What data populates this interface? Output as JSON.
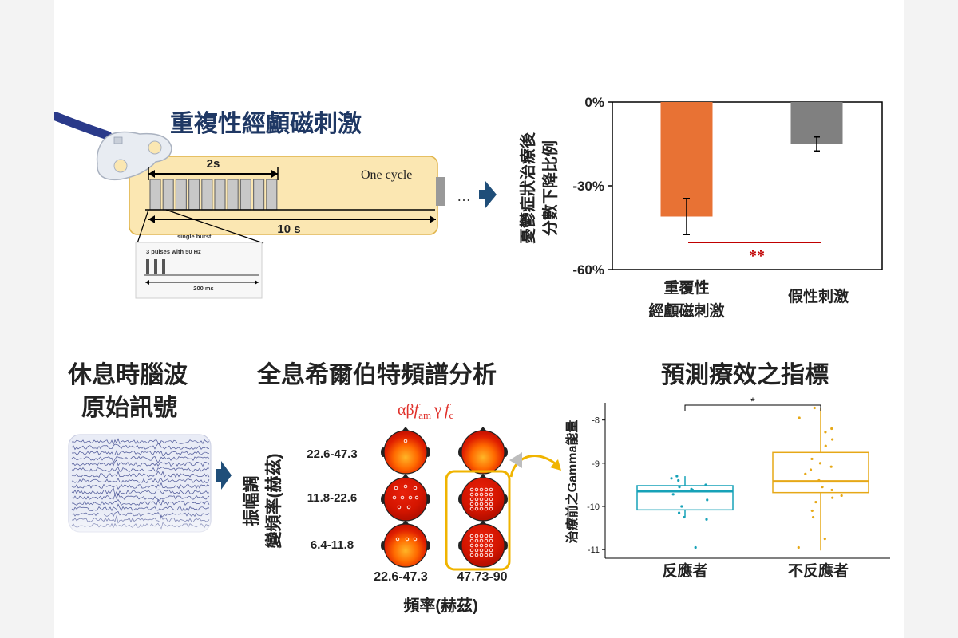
{
  "tms_panel": {
    "title": "重複性經顱磁刺激",
    "train_duration": "2s",
    "cycle_label": "One cycle",
    "cycle_duration": "10 s",
    "continuation": "…",
    "single_burst_label": "single burst",
    "pulses_label": "3 pulses with 50 Hz",
    "burst_duration": "200 ms"
  },
  "eeg_panel": {
    "title_line1": "休息時腦波",
    "title_line2": "原始訊號"
  },
  "spectral_panel": {
    "title": "全息希爾伯特頻譜分析",
    "legend_alpha_beta": "αβ",
    "legend_f": "f",
    "legend_am": "am",
    "legend_gamma": "γ",
    "legend_c": "c",
    "y_title_line1": "振幅調",
    "y_title_line2": "變頻率(赫茲)",
    "row_labels": [
      "22.6-47.3",
      "11.8-22.6",
      "6.4-11.8"
    ],
    "col_labels": [
      "22.6-47.3",
      "47.73-90"
    ],
    "x_title": "頻率(赫茲)"
  },
  "colors": {
    "title_blue": "#1f3864",
    "tms_bar_orange": "#e87234",
    "sham_bar_gray": "#808080",
    "significance_red": "#c00000",
    "responder_teal": "#17a2b8",
    "nonresponder_gold": "#e6a817",
    "arrow_navy": "#1f4e79"
  },
  "chart_data": [
    {
      "type": "bar",
      "ylabel_line1": "憂鬱症狀治療後",
      "ylabel_line2": "分數下降比例",
      "ticks": [
        "0%",
        "-30%",
        "-60%"
      ],
      "ylim": [
        -60,
        0
      ],
      "categories": [
        {
          "line1": "重覆性",
          "line2": "經顱磁刺激"
        },
        {
          "line1": "假性刺激",
          "line2": ""
        }
      ],
      "values": [
        -41,
        -15
      ],
      "error": [
        6.5,
        2.5
      ],
      "significance": "**"
    },
    {
      "type": "box",
      "title": "預測療效之指標",
      "ylabel": "治療前之Gamma能量",
      "ticks": [
        "-8",
        "-9",
        "-10",
        "-11"
      ],
      "ylim": [
        -11.2,
        -7.6
      ],
      "categories": [
        "反應者",
        "不反應者"
      ],
      "boxes": [
        {
          "q1": -10.08,
          "median": -9.65,
          "q3": -9.52,
          "whisker_low": -10.25,
          "whisker_high": -9.3
        },
        {
          "q1": -9.68,
          "median": -9.42,
          "q3": -8.75,
          "whisker_low": -11.02,
          "whisker_high": -7.72
        }
      ],
      "points": [
        [
          -9.3,
          -9.35,
          -9.5,
          -9.55,
          -9.62,
          -9.72,
          -9.85,
          -10.0,
          -10.15,
          -10.25,
          -10.3,
          -10.95,
          -9.4,
          -9.6
        ],
        [
          -7.72,
          -7.95,
          -8.2,
          -8.28,
          -8.6,
          -8.9,
          -9.0,
          -9.15,
          -9.25,
          -9.4,
          -9.55,
          -9.62,
          -9.75,
          -9.8,
          -9.9,
          -10.1,
          -10.25,
          -10.75,
          -10.95,
          -8.45,
          -9.08
        ]
      ],
      "significance": "*"
    }
  ]
}
